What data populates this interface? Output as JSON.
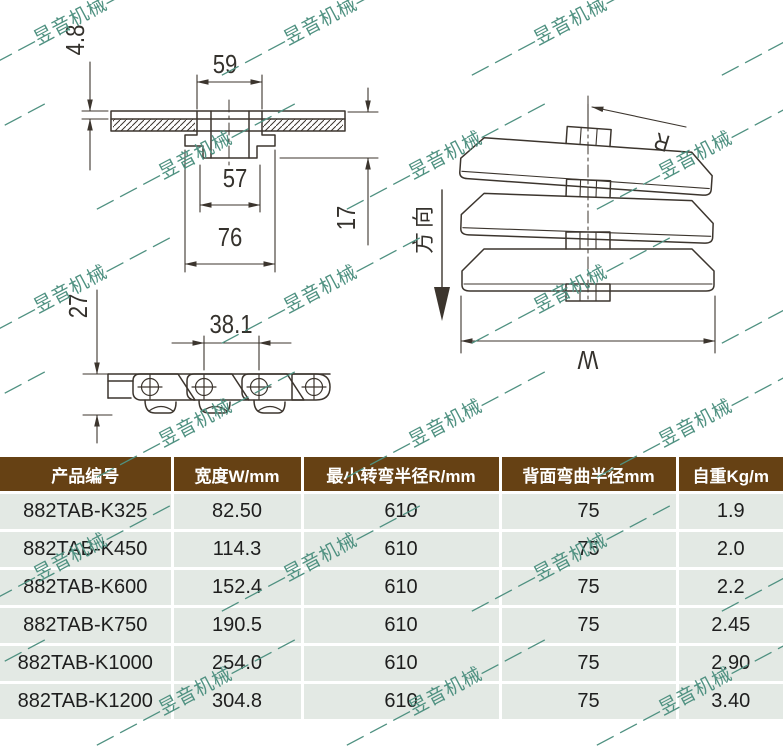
{
  "page": {
    "background": "#ffffff"
  },
  "watermark": {
    "text": "— — —昱音机械— — —",
    "color": "#4f9181"
  },
  "drawings": {
    "line_color": "#3c352e",
    "section_view": {
      "dim_top_gap": "59",
      "dim_thickness": "4.8",
      "dim_bottom_gap": "57",
      "dim_hinge_width": "76",
      "dim_height": "17"
    },
    "plan_view": {
      "radius_label": "R",
      "direction_label": "方向",
      "width_label": "W"
    },
    "side_view": {
      "dim_pitch": "38.1",
      "dim_height": "27"
    }
  },
  "table": {
    "header_bg": "#664114",
    "header_text_color": "#ffffff",
    "row_bg": "#e3e9e4",
    "cell_text_color": "#1e1e1e",
    "headers": [
      "产品编号",
      "宽度W/mm",
      "最小转弯半径R/mm",
      "背面弯曲半径mm",
      "自重Kg/m"
    ],
    "rows": [
      [
        "882TAB-K325",
        "82.50",
        "610",
        "75",
        "1.9"
      ],
      [
        "882TAB-K450",
        "114.3",
        "610",
        "75",
        "2.0"
      ],
      [
        "882TAB-K600",
        "152.4",
        "610",
        "75",
        "2.2"
      ],
      [
        "882TAB-K750",
        "190.5",
        "610",
        "75",
        "2.45"
      ],
      [
        "882TAB-K1000",
        "254.0",
        "610",
        "75",
        "2.90"
      ],
      [
        "882TAB-K1200",
        "304.8",
        "610",
        "75",
        "3.40"
      ]
    ]
  }
}
